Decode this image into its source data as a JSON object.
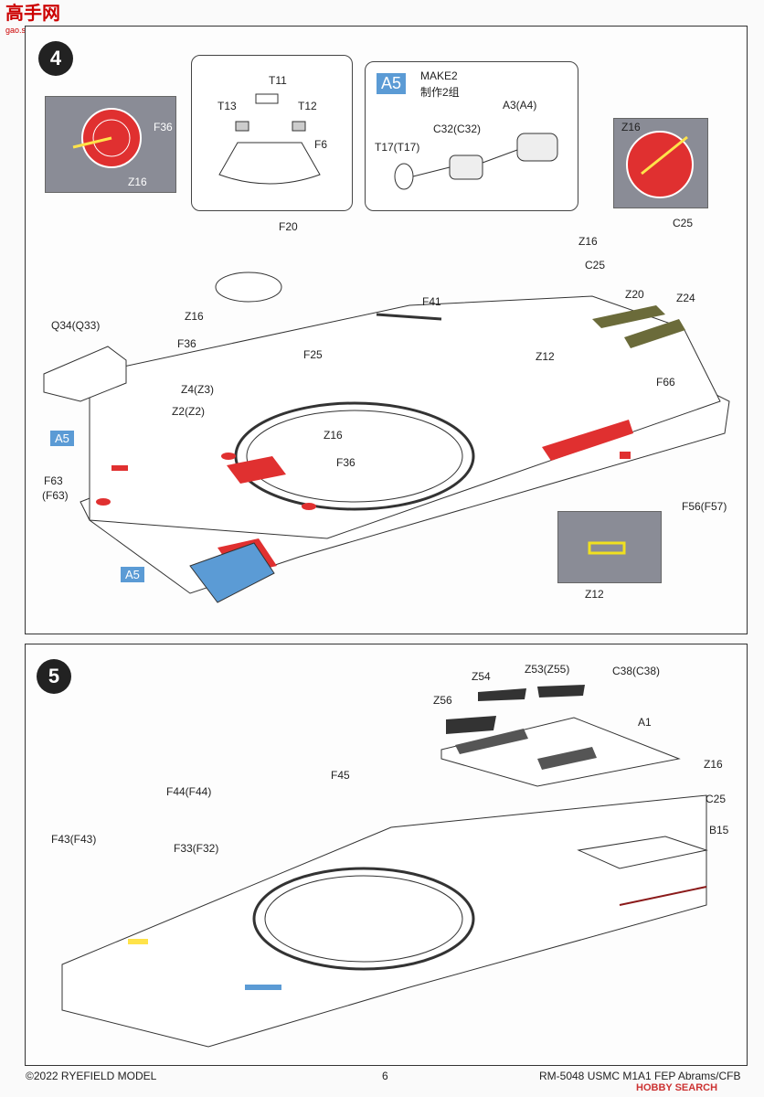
{
  "watermark": {
    "title": "高手网",
    "url": "gao.shou.com"
  },
  "footer": {
    "copyright": "©2022 RYEFIELD MODEL",
    "page": "6",
    "product": "RM-5048 USMC M1A1 FEP Abrams/CFB",
    "brand": "HOBBY SEARCH"
  },
  "step4": {
    "number": "4",
    "inset_photo_left": {
      "label_f36": "F36",
      "label_z16": "Z16"
    },
    "inset_t": {
      "t11": "T11",
      "t13": "T13",
      "t12": "T12",
      "f6": "F6"
    },
    "inset_a5": {
      "tag": "A5",
      "make": "MAKE2",
      "make_cn": "制作2组",
      "a3": "A3(A4)",
      "c32": "C32(C32)",
      "t17": "T17(T17)"
    },
    "inset_photo_right": {
      "z16": "Z16",
      "c25": "C25"
    },
    "inset_photo_z12": {
      "z12": "Z12"
    },
    "labels": {
      "f20": "F20",
      "z16_a": "Z16",
      "c25": "C25",
      "z20": "Z20",
      "z24": "Z24",
      "f41": "F41",
      "z16_b": "Z16",
      "f36_a": "F36",
      "q34": "Q34(Q33)",
      "f25": "F25",
      "z12": "Z12",
      "f66": "F66",
      "z4": "Z4(Z3)",
      "z2": "Z2(Z2)",
      "a5_a": "A5",
      "z16_c": "Z16",
      "f36_b": "F36",
      "f63a": "F63",
      "f63b": "(F63)",
      "f56": "F56(F57)",
      "a5_b": "A5"
    }
  },
  "step5": {
    "number": "5",
    "labels": {
      "z54": "Z54",
      "z53": "Z53(Z55)",
      "c38": "C38(C38)",
      "z56": "Z56",
      "a1": "A1",
      "z16": "Z16",
      "c25": "C25",
      "b15": "B15",
      "f44": "F44(F44)",
      "f45": "F45",
      "f43": "F43(F43)",
      "f33": "F33(F32)"
    }
  },
  "colors": {
    "highlight_red": "#e03030",
    "highlight_blue": "#5b9bd5",
    "mesh": "#6b6b3a",
    "photo_bg": "#8a8c96"
  }
}
